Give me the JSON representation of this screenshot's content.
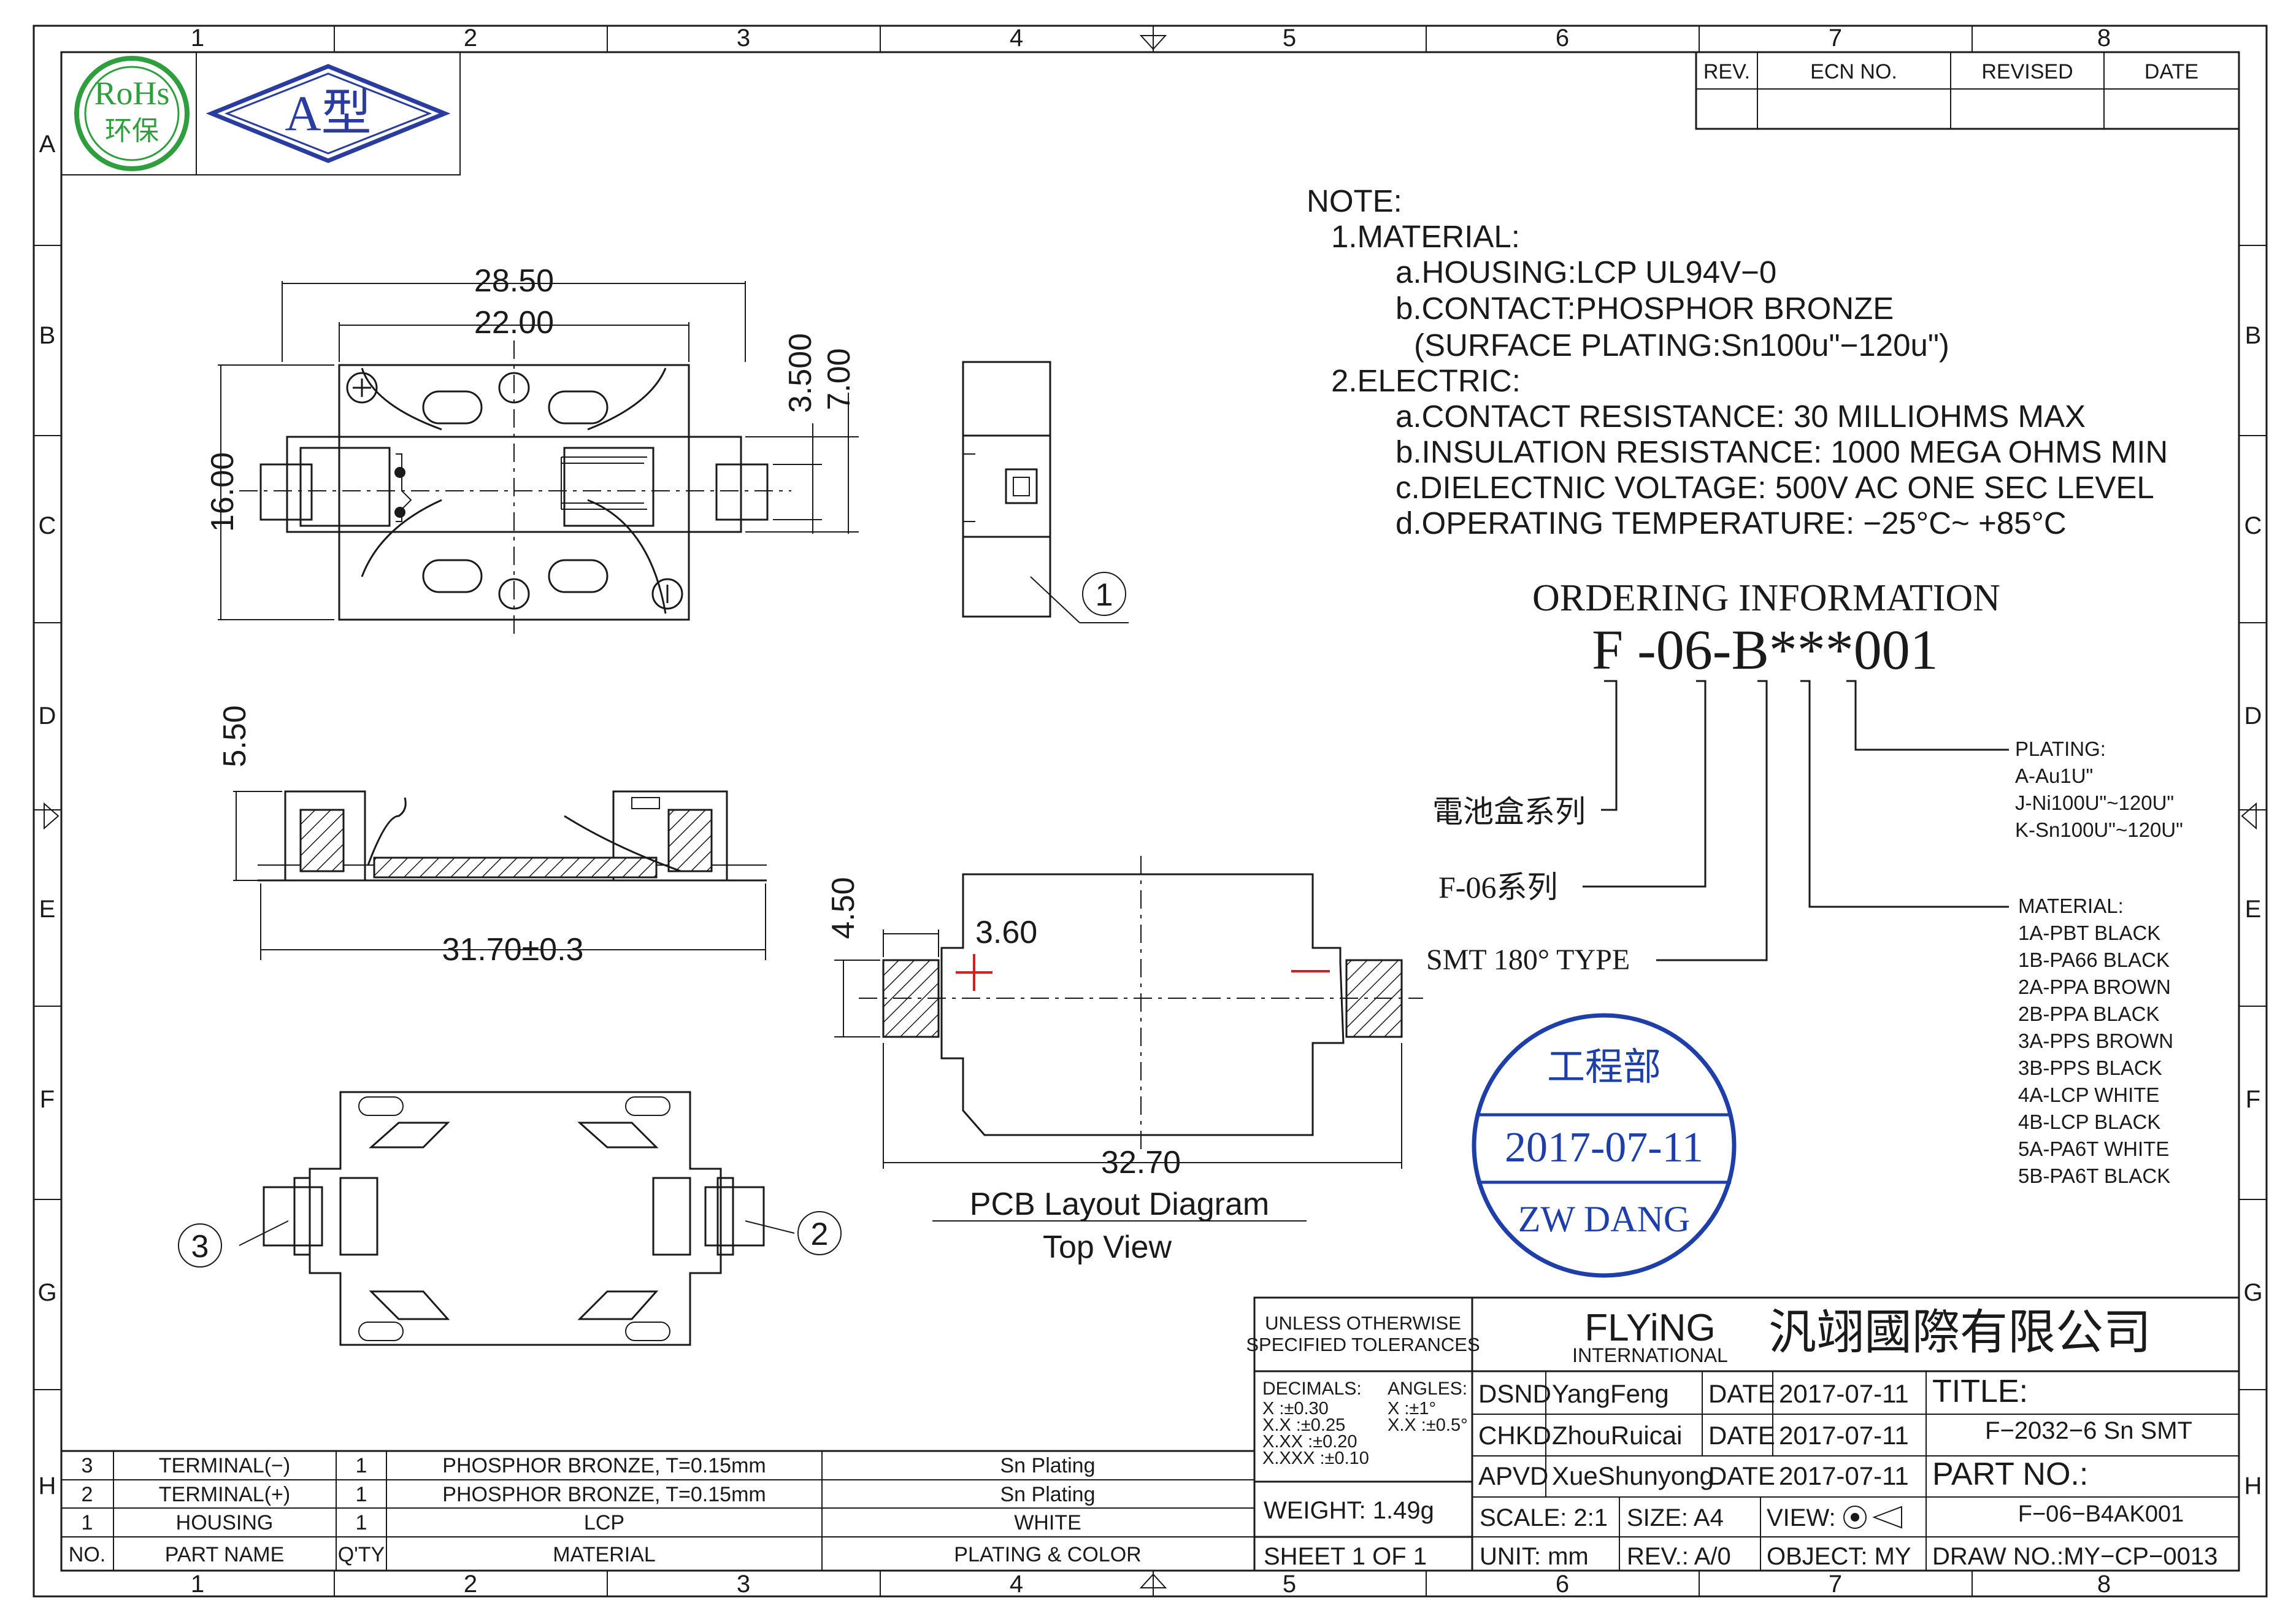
{
  "border": {
    "cols": [
      "1",
      "2",
      "3",
      "4",
      "5",
      "6",
      "7",
      "8"
    ],
    "rows": [
      "A",
      "B",
      "C",
      "D",
      "E",
      "F",
      "G",
      "H"
    ]
  },
  "badges": {
    "rohs_top": "RoHs",
    "rohs_bottom": "环保",
    "type": "A型"
  },
  "revision_table": {
    "headers": [
      "REV.",
      "ECN NO.",
      "REVISED",
      "DATE"
    ]
  },
  "notes": {
    "heading": "NOTE:",
    "lines": [
      "1.MATERIAL:",
      "a.HOUSING:LCP  UL94V−0",
      "b.CONTACT:PHOSPHOR  BRONZE",
      "(SURFACE  PLATING:Sn100u\"−120u\")",
      "2.ELECTRIC:",
      "a.CONTACT  RESISTANCE:  30  MILLIOHMS  MAX",
      "b.INSULATION  RESISTANCE:  1000  MEGA  OHMS  MIN",
      "c.DIELECTNIC  VOLTAGE:  500V  AC  ONE  SEC  LEVEL",
      "d.OPERATING  TEMPERATURE:  −25°C~  +85°C"
    ]
  },
  "ordering": {
    "title": "ORDERING  INFORMATION",
    "code": "F -06-B***001",
    "labels": [
      "電池盒系列",
      "F-06系列",
      "SMT  180°   TYPE"
    ],
    "plating": [
      "PLATING:",
      "A-Au1U\"",
      "J-Ni100U\"~120U\"",
      "K-Sn100U\"~120U\""
    ],
    "material": [
      "MATERIAL:",
      "1A-PBT BLACK",
      "1B-PA66 BLACK",
      "2A-PPA BROWN",
      "2B-PPA BLACK",
      "3A-PPS BROWN",
      "3B-PPS BLACK",
      "4A-LCP WHITE",
      "4B-LCP BLACK",
      "5A-PA6T WHITE",
      "5B-PA6T BLACK"
    ]
  },
  "stamp": {
    "dept": "工程部",
    "date": "2017-07-11",
    "name": "ZW DANG"
  },
  "dimensions": {
    "top_overall": "28.50",
    "top_inner": "22.00",
    "top_height": "16.00",
    "top_right_a": "3.500",
    "top_right_b": "7.00",
    "side_height": "5.50",
    "side_length": "31.70±0.3",
    "pcb_height": "4.50",
    "pcb_pad": "3.60",
    "pcb_length": "32.70"
  },
  "callouts": [
    "1",
    "2",
    "3"
  ],
  "pcb_caption": {
    "title": "PCB  Layout  Diagram",
    "sub": "Top  View"
  },
  "title_block": {
    "tolerance_title": [
      "UNLESS  OTHERWISE",
      "SPECIFIED  TOLERANCES"
    ],
    "decimals_label": "DECIMALS:",
    "angles_label": "ANGLES:",
    "decimals": [
      "X       :±0.30",
      "X.X     :±0.25",
      "X.XX    :±0.20",
      "X.XXX  :±0.10"
    ],
    "angles": [
      "X   :±1°",
      "X.X :±0.5°"
    ],
    "company_en": "FLYiNG",
    "company_en_sub": "INTERNATIONAL",
    "company_cn": "汎翊國際有限公司",
    "dsnd_label": "DSND",
    "dsnd": "YangFeng",
    "chkd_label": "CHKD",
    "chkd": "ZhouRuicai",
    "apvd_label": "APVD",
    "apvd": "XueShunyong",
    "date_label": "DATE",
    "date": "2017-07-11",
    "title_label": "TITLE:",
    "title": "F−2032−6  Sn  SMT",
    "part_label": "PART  NO.:",
    "part_no": "F−06−B4AK001",
    "weight": "WEIGHT:  1.49g",
    "sheet": "SHEET  1  OF  1",
    "scale": "SCALE:  2:1",
    "size": "SIZE:  A4",
    "view": "VIEW:",
    "unit": "UNIT:  mm",
    "rev": "REV.:  A/0",
    "object": "OBJECT:  MY",
    "draw_no": "DRAW  NO.:MY−CP−0013"
  },
  "bom": {
    "headers": [
      "NO.",
      "PART  NAME",
      "Q'TY",
      "MATERIAL",
      "PLATING  &  COLOR"
    ],
    "rows": [
      [
        "3",
        "TERMINAL(−)",
        "1",
        "PHOSPHOR  BRONZE,  T=0.15mm",
        "Sn  Plating"
      ],
      [
        "2",
        "TERMINAL(+)",
        "1",
        "PHOSPHOR  BRONZE,  T=0.15mm",
        "Sn  Plating"
      ],
      [
        "1",
        "HOUSING",
        "1",
        "LCP",
        "WHITE"
      ]
    ]
  },
  "colors": {
    "line": "#1a1a1a",
    "rohs": "#2e9e3e",
    "stamp": "#1f3fa8",
    "type_badge": "#2a3d9e",
    "pcb_mark": "#d42020"
  }
}
